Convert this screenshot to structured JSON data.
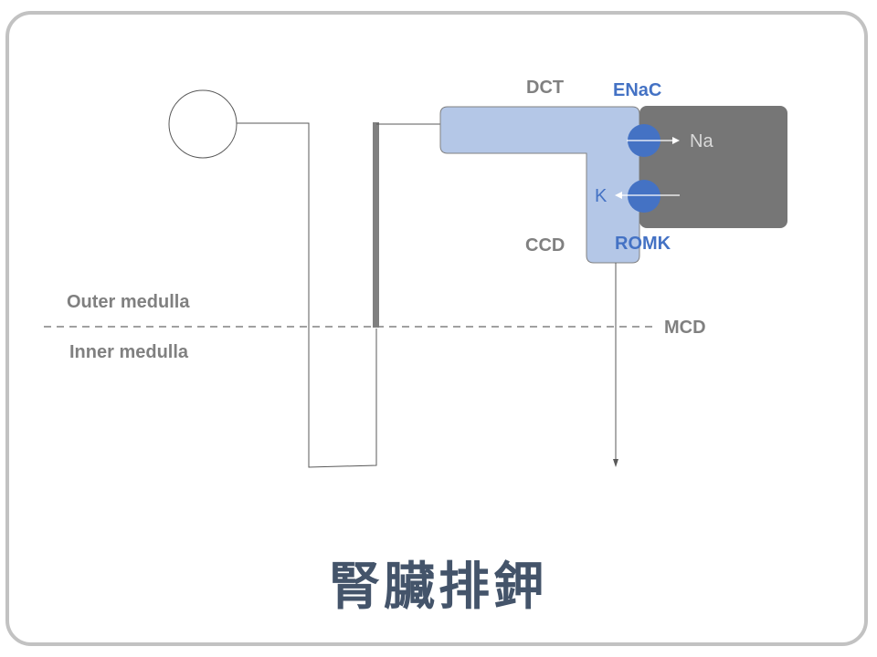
{
  "labels": {
    "dct": "DCT",
    "ccd": "CCD",
    "mcd": "MCD",
    "enac": "ENaC",
    "romk": "ROMK",
    "na": "Na",
    "k": "K",
    "outer_medulla": "Outer medulla",
    "inner_medulla": "Inner medulla"
  },
  "title": "腎臟排鉀",
  "colors": {
    "tubule_fill": "#b4c7e7",
    "principal_cell": "#767676",
    "channel": "#4472c4",
    "label_gray": "#808080",
    "label_blue": "#4472c4",
    "title": "#44546a",
    "frame": "#c2c2c2"
  }
}
